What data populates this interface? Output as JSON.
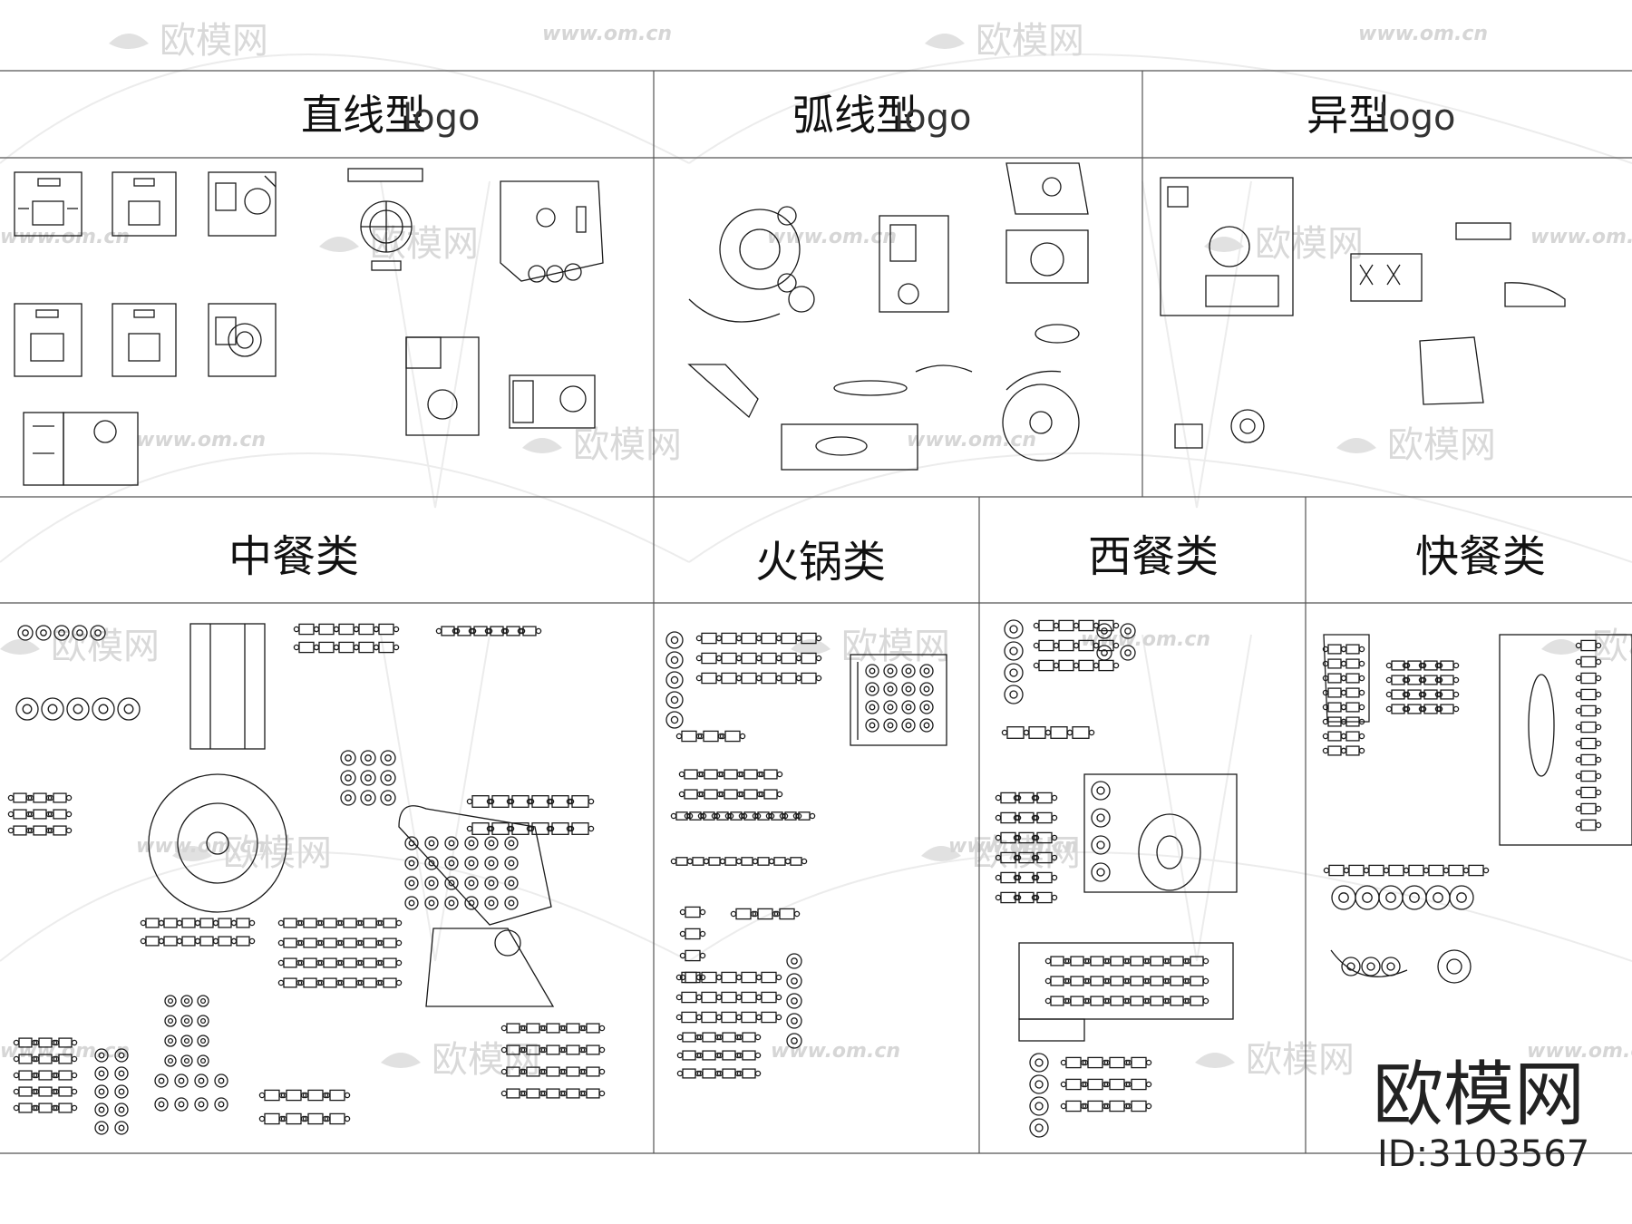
{
  "watermark": {
    "logo_text": "欧模网",
    "url": "www.om.cn"
  },
  "sections_top": [
    {
      "id": "straight",
      "title_cn": "直线型",
      "title_en": "logo"
    },
    {
      "id": "arc",
      "title_cn": "弧线型",
      "title_en": "logo"
    },
    {
      "id": "special",
      "title_cn": "异型",
      "title_en": "logo"
    }
  ],
  "sections_bottom": [
    {
      "id": "chinese",
      "title_cn": "中餐类"
    },
    {
      "id": "hotpot",
      "title_cn": "火锅类"
    },
    {
      "id": "western",
      "title_cn": "西餐类"
    },
    {
      "id": "fast",
      "title_cn": "快餐类"
    }
  ],
  "brand": {
    "name": "欧模网",
    "id_text": "ID:3103567"
  },
  "colors": {
    "line": "#1a1a1a",
    "grid": "#555555",
    "watermark": "#d9d9d9"
  }
}
